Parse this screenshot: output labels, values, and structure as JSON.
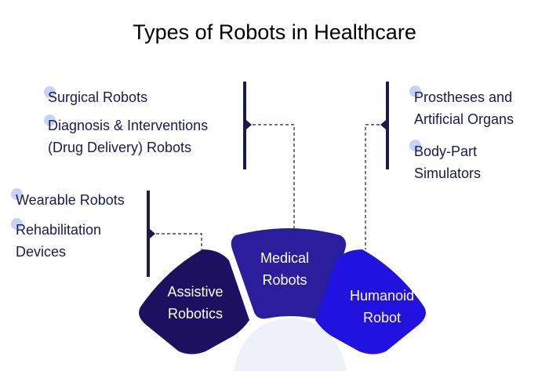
{
  "title": "Types of Robots in Healthcare",
  "colors": {
    "assistive": "#1e1060",
    "medical": "#2b1e9c",
    "humanoid": "#2212e0",
    "bracket": "#1b1a4e",
    "dot": "#c7d3f5"
  },
  "segments": {
    "assistive": {
      "line1": "Assistive",
      "line2": "Robotics"
    },
    "medical": {
      "line1": "Medical",
      "line2": "Robots"
    },
    "humanoid": {
      "line1": "Humanoid",
      "line2": "Robot"
    }
  },
  "groups": {
    "medical": {
      "items": [
        {
          "line1": "Surgical Robots"
        },
        {
          "line1": "Diagnosis & Interventions",
          "line2": "(Drug Delivery) Robots"
        }
      ]
    },
    "assistive": {
      "items": [
        {
          "line1": "Wearable Robots"
        },
        {
          "line1": "Rehabilitation",
          "line2": "Devices"
        }
      ]
    },
    "humanoid": {
      "items": [
        {
          "line1": "Prostheses and",
          "line2": "Artificial Organs"
        },
        {
          "line1": "Body-Part",
          "line2": "Simulators"
        }
      ]
    }
  }
}
